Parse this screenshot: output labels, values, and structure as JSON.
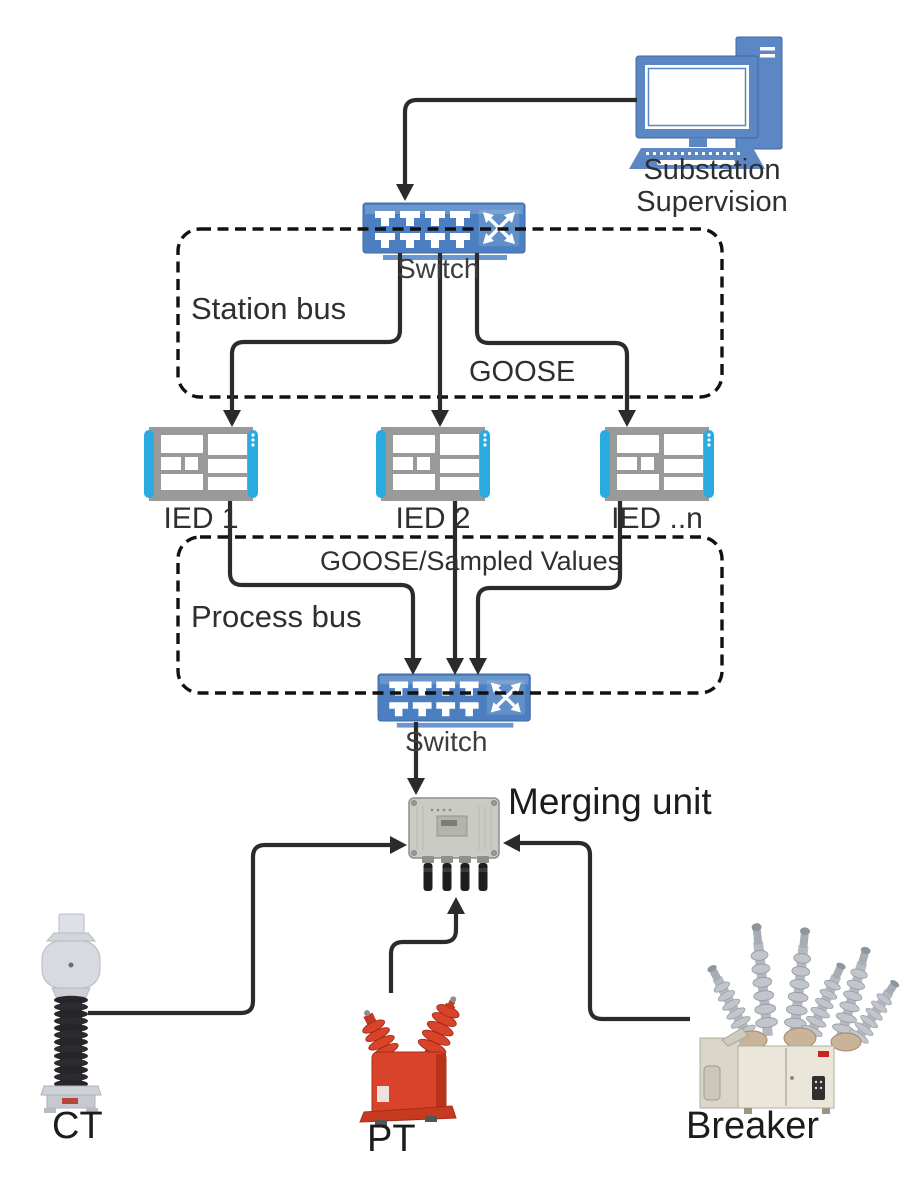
{
  "diagram": {
    "supervision": {
      "label": "Substation Supervision"
    },
    "station_bus": {
      "label": "Station bus",
      "protocol": "GOOSE",
      "switch_label": "Switch"
    },
    "ieds": [
      {
        "label": "IED 1"
      },
      {
        "label": "IED 2"
      },
      {
        "label": "IED ..n"
      }
    ],
    "process_bus": {
      "label": "Process bus",
      "protocol": "GOOSE/Sampled Values",
      "switch_label": "Switch"
    },
    "merging_unit": {
      "label": "Merging unit"
    },
    "field_devices": {
      "ct_label": "CT",
      "pt_label": "PT",
      "breaker_label": "Breaker"
    },
    "colors": {
      "switch_blue": "#4b7fc1",
      "computer_blue": "#5b87c5",
      "ied_gray": "#9a9a9a",
      "ied_accent": "#29abe2",
      "pt_red": "#d8432a",
      "line": "#2b2b2b"
    }
  }
}
